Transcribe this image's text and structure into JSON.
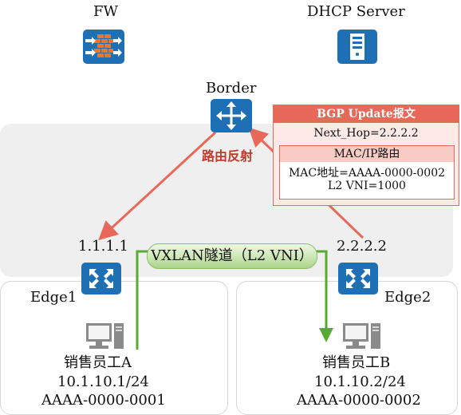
{
  "devices": {
    "fw": "FW",
    "dhcp": "DHCP Server",
    "border": "Border",
    "edge1": "Edge1",
    "edge2": "Edge2"
  },
  "labels": {
    "route_reflect": "路由反射",
    "edge1_ip": "1.1.1.1",
    "edge2_ip": "2.2.2.2",
    "tunnel": "VXLAN隧道（L2 VNI）"
  },
  "bgp_update": {
    "title": "BGP Update报文",
    "next_hop": "Next_Hop=2.2.2.2",
    "route_title": "MAC/IP路由",
    "mac": "MAC地址=AAAA-0000-0002",
    "vni": "L2 VNI=1000"
  },
  "host_a": {
    "name": "销售员工A",
    "ip": "10.1.10.1/24",
    "mac": "AAAA-0000-0001"
  },
  "host_b": {
    "name": "销售员工B",
    "ip": "10.1.10.2/24",
    "mac": "AAAA-0000-0002"
  },
  "colors": {
    "route_arrow": "#e8685a",
    "traffic_arrow": "#5aaa32",
    "icon_blue": "#1f6fb5"
  }
}
